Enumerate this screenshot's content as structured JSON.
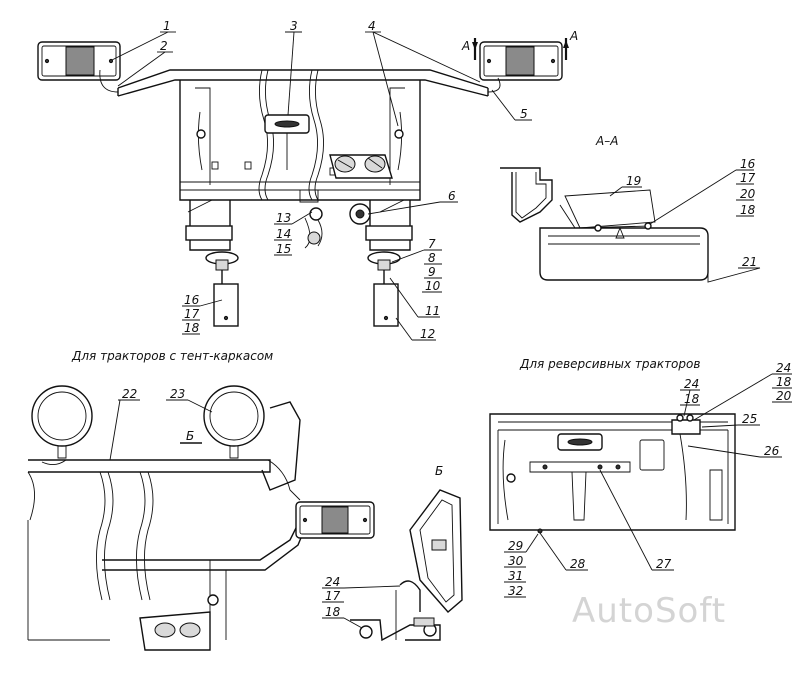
{
  "section_titles": {
    "aa": "А–А",
    "tent_frame": "Для тракторов с тент-каркасом",
    "reversible": "Для реверсивных тракторов",
    "view_b_top": "Б",
    "view_b_detail": "Б"
  },
  "section_marks": {
    "a_left": "А",
    "a_right": "А"
  },
  "watermark": "AutoSoft",
  "labels": {
    "n1": "1",
    "n2": "2",
    "n3": "3",
    "n4": "4",
    "n5": "5",
    "n6": "6",
    "n7": "7",
    "n8": "8",
    "n9": "9",
    "n10": "10",
    "n11": "11",
    "n12": "12",
    "n13": "13",
    "n14": "14",
    "n15": "15",
    "n16a": "16",
    "n17a": "17",
    "n18a": "18",
    "n16b": "16",
    "n17b": "17",
    "n20b": "20",
    "n18b": "18",
    "n19": "19",
    "n21": "21",
    "n22": "22",
    "n23": "23",
    "n24a": "24",
    "n17c": "17",
    "n18c": "18",
    "n24b": "24",
    "n18d": "18",
    "n24c": "24",
    "n18e": "18",
    "n20e": "20",
    "n25": "25",
    "n26": "26",
    "n27": "27",
    "n28": "28",
    "n29": "29",
    "n30": "30",
    "n31": "31",
    "n32": "32"
  }
}
